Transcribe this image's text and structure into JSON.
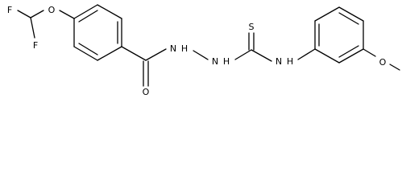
{
  "molecule": {
    "atoms": {
      "F1": "F",
      "F2": "F",
      "O1": "O",
      "O2": "O",
      "N1": "N",
      "H1": "H",
      "N2": "N",
      "H2": "H",
      "S": "S",
      "N3": "N",
      "H3": "H",
      "O3": "O"
    },
    "colors": {
      "bond": "#000000",
      "label": "#000000",
      "background": "#ffffff"
    }
  }
}
